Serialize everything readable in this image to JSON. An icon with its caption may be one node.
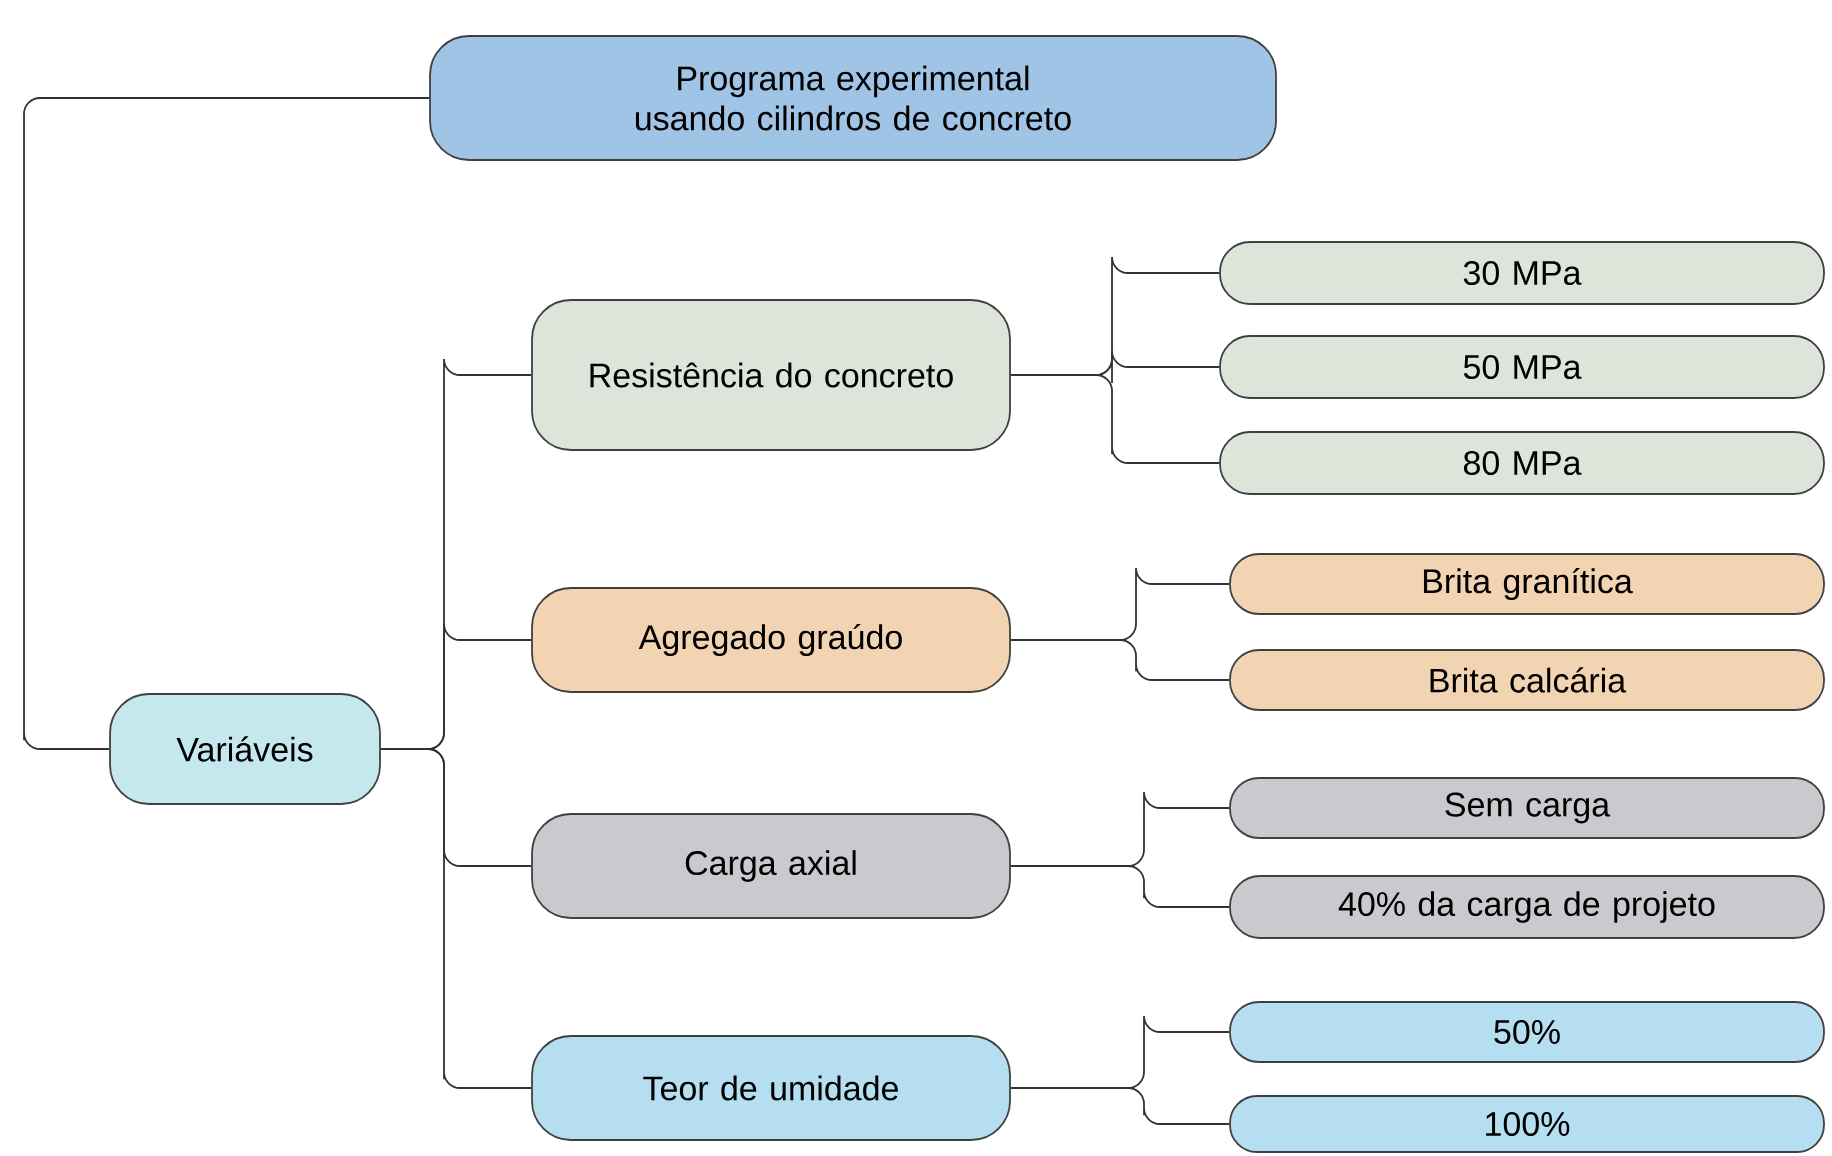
{
  "diagram": {
    "nodes": [
      {
        "text": [
          "Programa experimental usando cilindros de concreto"
        ]
      },
      {
        "text": [
          "Variáveis"
        ]
      },
      {
        "text": [
          "Resistência do concreto"
        ]
      },
      {
        "text": [
          "30 MPa"
        ]
      },
      {
        "text": [
          "50 MPa"
        ]
      },
      {
        "text": [
          "80 MPa"
        ]
      },
      {
        "text": [
          "Agregado graúdo"
        ]
      },
      {
        "text": [
          "Brita granítica"
        ]
      },
      {
        "text": [
          "Brita calcária"
        ]
      },
      {
        "text": [
          "Carga axial"
        ]
      },
      {
        "text": [
          "Sem carga"
        ]
      },
      {
        "text": [
          "40% da carga de projeto"
        ]
      },
      {
        "text": [
          "Teor de umidade"
        ]
      },
      {
        "text": [
          "50%"
        ]
      },
      {
        "text": [
          "100%"
        ]
      }
    ],
    "edges": [
      {
        "from": 0,
        "to": 1,
        "arrow": "none"
      },
      {
        "from": 1,
        "to": 2,
        "arrow": "none"
      },
      {
        "from": 1,
        "to": 6,
        "arrow": "none"
      },
      {
        "from": 1,
        "to": 9,
        "arrow": "none"
      },
      {
        "from": 1,
        "to": 12,
        "arrow": "none"
      },
      {
        "from": 2,
        "to": 3,
        "arrow": "none"
      },
      {
        "from": 2,
        "to": 4,
        "arrow": "none"
      },
      {
        "from": 2,
        "to": 5,
        "arrow": "none"
      },
      {
        "from": 6,
        "to": 7,
        "arrow": "none"
      },
      {
        "from": 6,
        "to": 8,
        "arrow": "none"
      },
      {
        "from": 9,
        "to": 10,
        "arrow": "none"
      },
      {
        "from": 9,
        "to": 11,
        "arrow": "none"
      },
      {
        "from": 12,
        "to": 13,
        "arrow": "none"
      },
      {
        "from": 12,
        "to": 14,
        "arrow": "none"
      }
    ]
  }
}
